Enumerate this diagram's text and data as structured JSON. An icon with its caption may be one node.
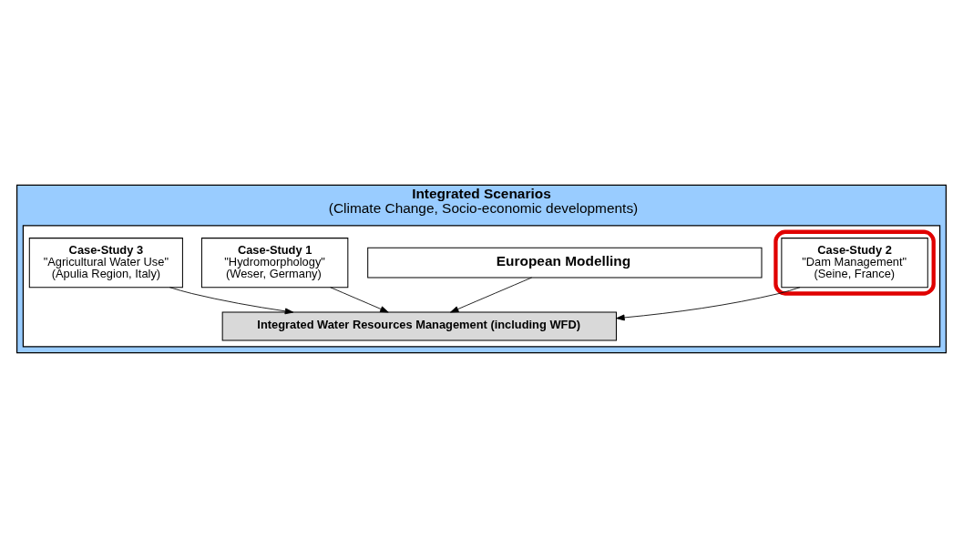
{
  "diagram": {
    "nodes": [
      {
        "text": [
          "Integrated Scenarios",
          "(Climate Change, Socio-economic developments)"
        ]
      },
      {
        "text": [],
        "shape": "box",
        "in": 0
      },
      {
        "text": [
          "European Modelling"
        ],
        "in": 1
      },
      {
        "text": [
          "Integrated Water Resources Management (including WFD)"
        ],
        "in": 1
      },
      {
        "text": [
          "Case-Study 1",
          "\"Hydromorphology\"",
          "(Weser, Germany)"
        ],
        "in": 1
      },
      {
        "text": [],
        "shape": "ellipse",
        "in": 1
      },
      {
        "text": [
          "Case-Study 2",
          "\"Dam Management\"",
          "(Seine, France)"
        ],
        "in": 5
      },
      {
        "text": [
          "Case-Study 3",
          "\"Agricultural Water Use\"",
          "(Apulia Region, Italy)"
        ],
        "in": 1
      }
    ],
    "edges": [
      {
        "from": 2,
        "to": 3,
        "arrow": "to"
      },
      {
        "from": 4,
        "to": 3,
        "arrow": "to"
      },
      {
        "from": 6,
        "to": 3,
        "arrow": "to"
      },
      {
        "from": 7,
        "to": 3,
        "arrow": "to"
      }
    ]
  }
}
